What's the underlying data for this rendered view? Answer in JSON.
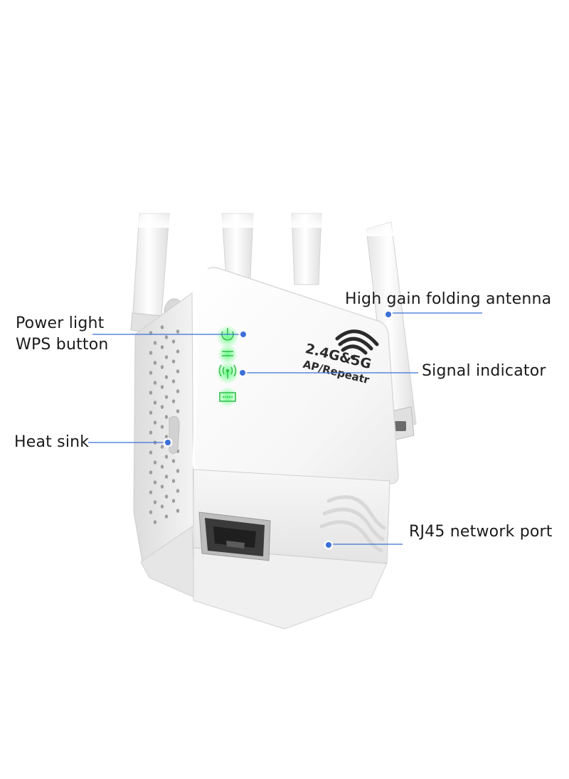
{
  "product": {
    "badge_line1": "2.4G&5G",
    "badge_line2": "AP/Repeatr"
  },
  "callouts": {
    "antenna": "High gain folding antenna",
    "power_light": "Power light",
    "wps_button": "WPS button",
    "signal_indicator": "Signal indicator",
    "heat_sink": "Heat sink",
    "rj45_port": "RJ45 network port"
  },
  "colors": {
    "callout_line": "#3b6fd8",
    "callout_dot": "#3b6fd8",
    "led_green": "#3ddc5a",
    "device_body": "#f4f4f4"
  }
}
